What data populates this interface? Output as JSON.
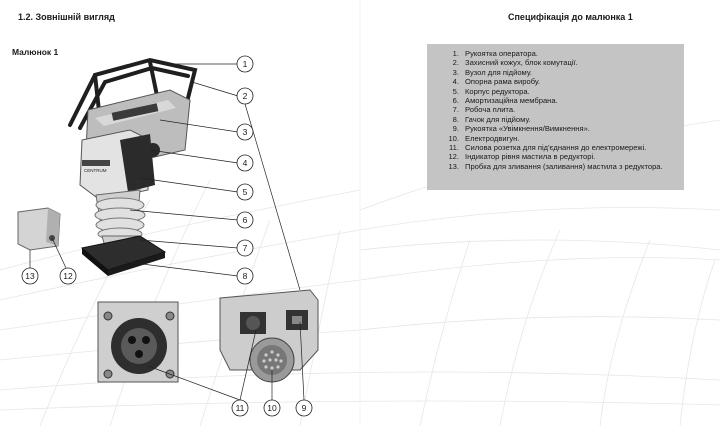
{
  "left_page": {
    "section_title": "1.2. Зовнішній вигляд",
    "figure_label": "Малюнок 1",
    "callouts": [
      "1",
      "2",
      "3",
      "4",
      "5",
      "6",
      "7",
      "8",
      "9",
      "10",
      "11",
      "12",
      "13"
    ],
    "brand": "CENTRUM"
  },
  "right_page": {
    "spec_title": "Специфікація до малюнка  1",
    "items": [
      {
        "num": "1.",
        "text": "Рукоятка оператора."
      },
      {
        "num": "2.",
        "text": "Захисний кожух, блок комутації."
      },
      {
        "num": "3.",
        "text": "Вузол для підйому."
      },
      {
        "num": "4.",
        "text": "Опорна рама виробу."
      },
      {
        "num": "5.",
        "text": "Корпус редуктора."
      },
      {
        "num": "6.",
        "text": "Амортизаційна мембрана."
      },
      {
        "num": "7.",
        "text": "Робоча плита."
      },
      {
        "num": "8.",
        "text": "Гачок для підйому."
      },
      {
        "num": "9.",
        "text": "Рукоятка «Увімкнення/Вимкнення»."
      },
      {
        "num": "10.",
        "text": "Електродвигун."
      },
      {
        "num": "11.",
        "text": "Силова розетка для під'єднання до електромережі."
      },
      {
        "num": "12.",
        "text": "Індикатор рівня мастила в редукторі."
      },
      {
        "num": "13.",
        "text": "Пробка для зливання (заливання) мастила з редуктора."
      }
    ]
  },
  "colors": {
    "spec_box": "#c4c4c4",
    "lines": "#e4e4e4",
    "ink": "#1a1a1a"
  }
}
